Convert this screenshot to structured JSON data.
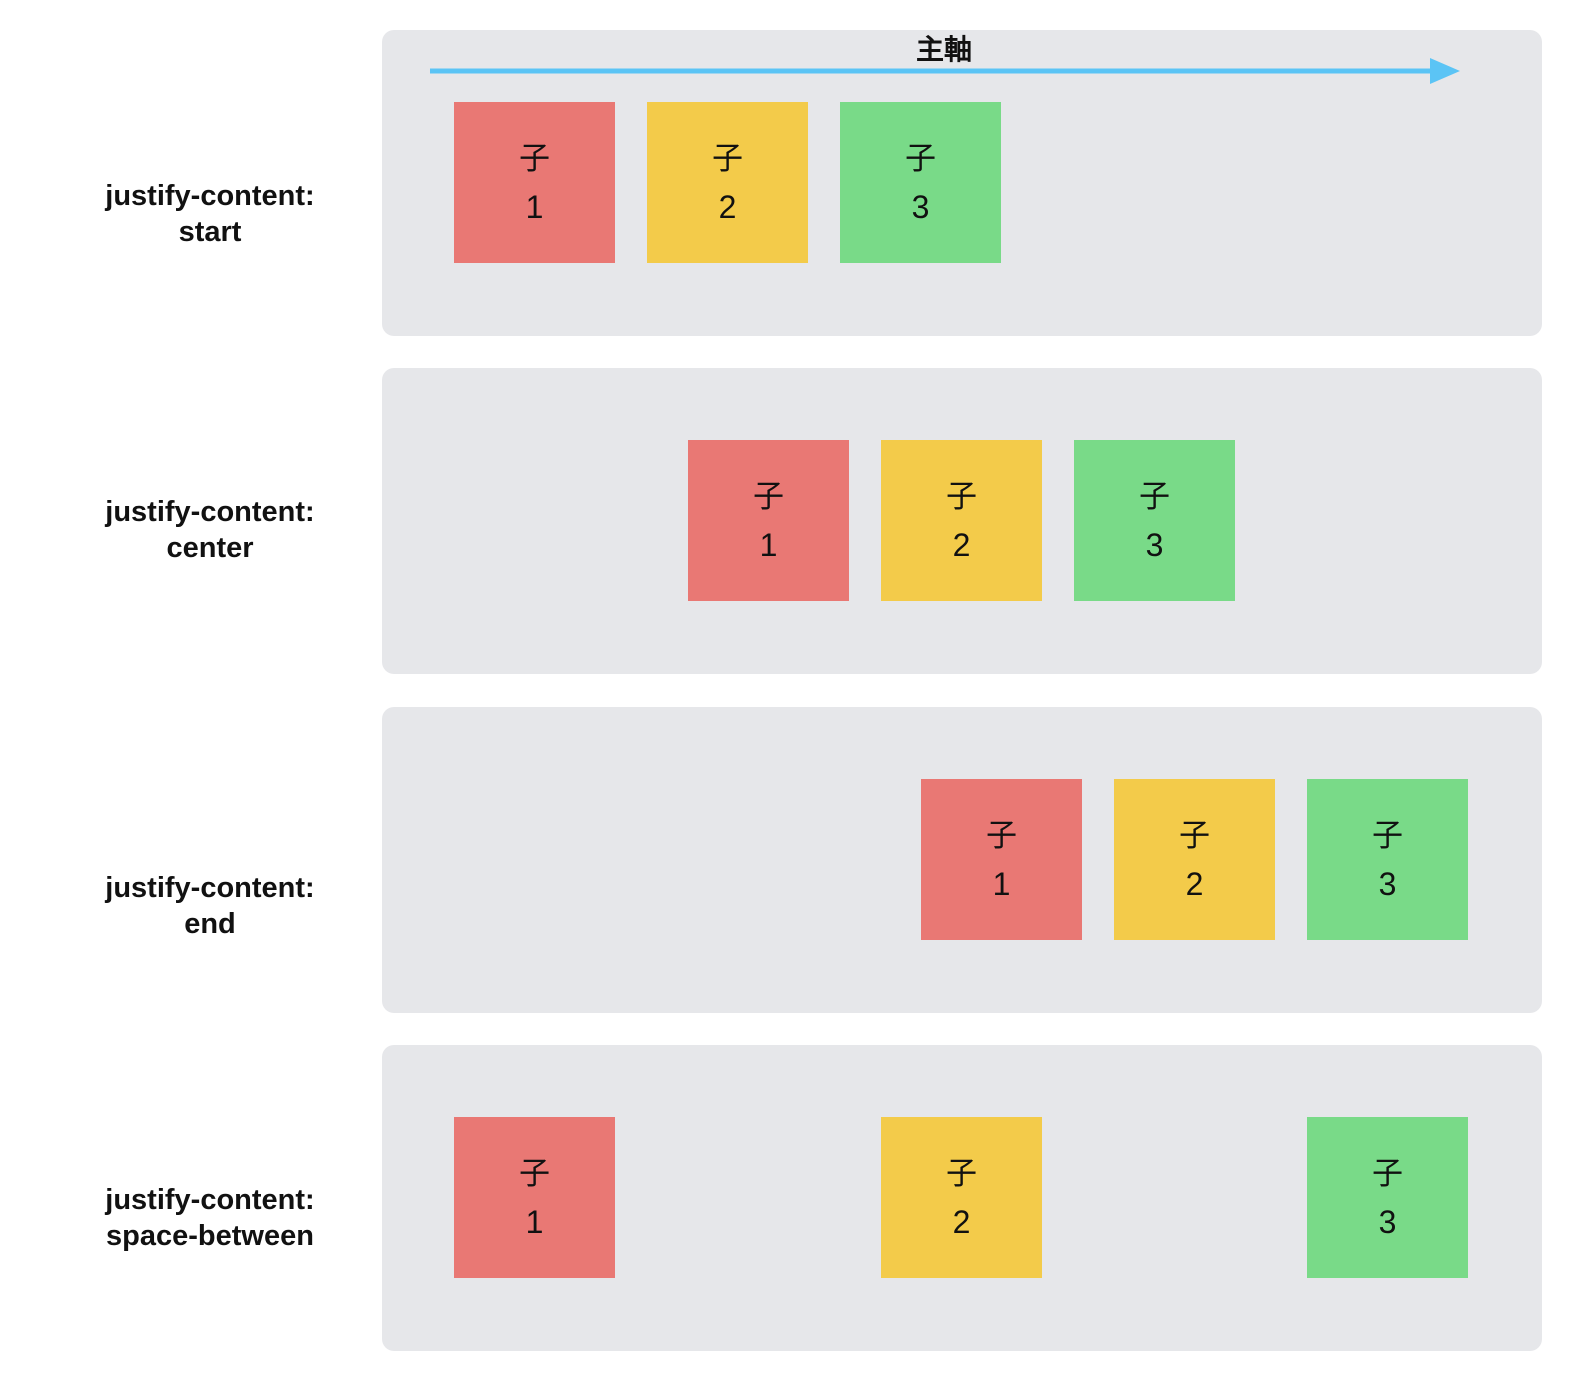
{
  "axis": {
    "label": "主軸",
    "color": "#5bc4f5"
  },
  "colors": {
    "panel_bg": "#e6e7ea",
    "child_1": "#e97874",
    "child_2": "#f3cb4a",
    "child_3": "#79da88"
  },
  "child_label": "子",
  "rows": [
    {
      "label_line1": "justify-content:",
      "label_line2": "start",
      "children": [
        "1",
        "2",
        "3"
      ]
    },
    {
      "label_line1": "justify-content:",
      "label_line2": "center",
      "children": [
        "1",
        "2",
        "3"
      ]
    },
    {
      "label_line1": "justify-content:",
      "label_line2": "end",
      "children": [
        "1",
        "2",
        "3"
      ]
    },
    {
      "label_line1": "justify-content:",
      "label_line2": "space-between",
      "children": [
        "1",
        "2",
        "3"
      ]
    }
  ]
}
